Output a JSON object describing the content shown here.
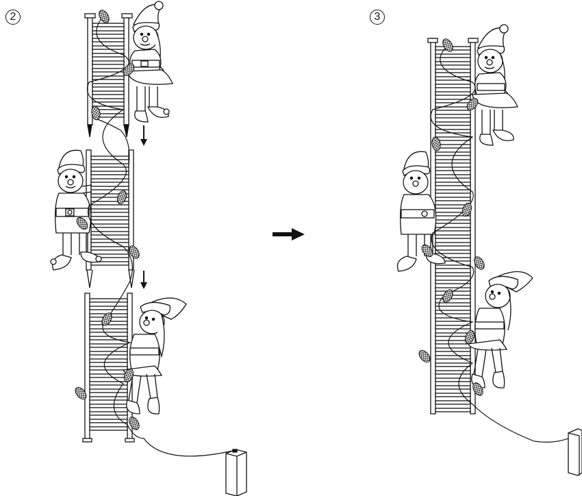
{
  "steps": [
    {
      "id": "2",
      "label": "2"
    },
    {
      "id": "3",
      "label": "3"
    }
  ],
  "figure": {
    "left_panel": {
      "ladder_sections": 3,
      "section_arrows": 2
    },
    "right_panel": {
      "ladder_sections": 1
    },
    "transition_arrow": "right-arrow-icon"
  },
  "colors": {
    "ink": "#111111",
    "paper": "#ffffff",
    "bulb_fill": "#cfcfcf"
  }
}
